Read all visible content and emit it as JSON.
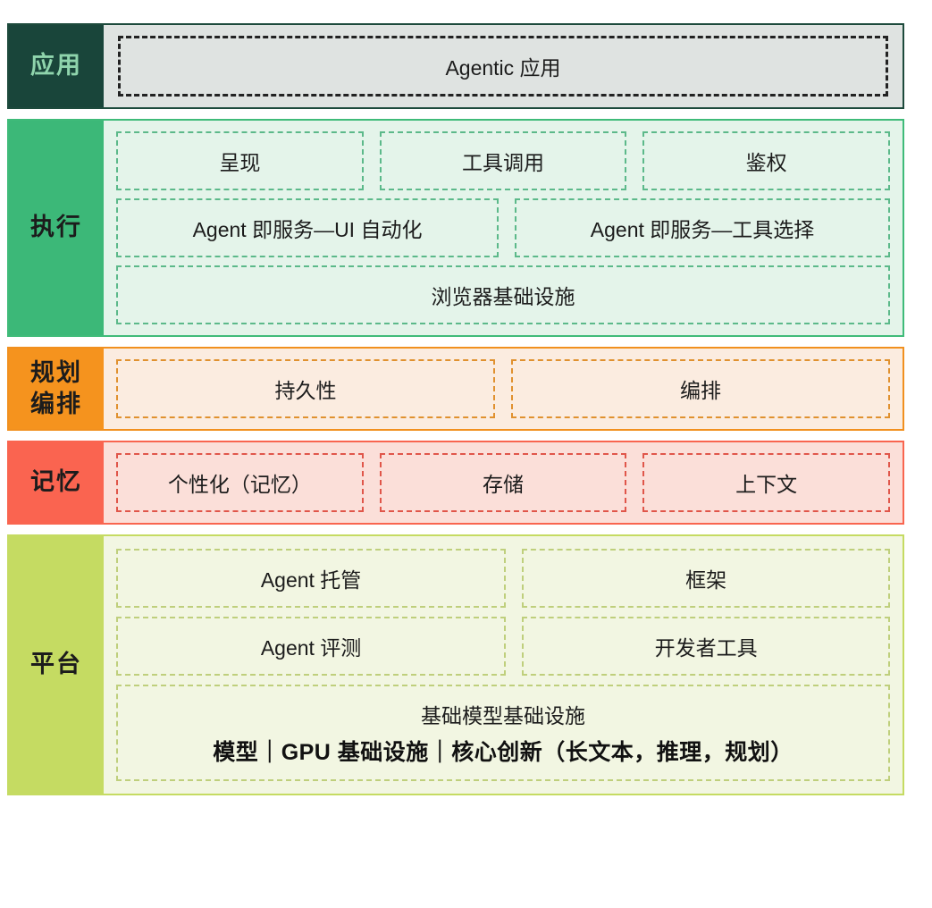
{
  "diagram": {
    "title_visible": false,
    "layers": [
      {
        "key": "application",
        "label": "应用",
        "label_bg": "#19453A",
        "label_color": "#8FD4AC",
        "body_bg": "#DFE3E1",
        "border": "#1D4A3C",
        "rows": [
          {
            "cells": [
              {
                "text": "Agentic 应用"
              }
            ]
          }
        ]
      },
      {
        "key": "execution",
        "label": "执行",
        "label_bg": "#3CB878",
        "label_color": "#1C1C1C",
        "body_bg": "#E4F4EA",
        "border": "#3FBB79",
        "rows": [
          {
            "cells": [
              {
                "text": "呈现"
              },
              {
                "text": "工具调用"
              },
              {
                "text": "鉴权"
              }
            ]
          },
          {
            "cells": [
              {
                "text": "Agent 即服务—UI 自动化"
              },
              {
                "text": "Agent 即服务—工具选择"
              }
            ]
          },
          {
            "cells": [
              {
                "text": "浏览器基础设施"
              }
            ]
          }
        ]
      },
      {
        "key": "planning",
        "label": "规划\n编排",
        "label_line_1": "规划",
        "label_line_2": "编排",
        "label_bg": "#F5931E",
        "label_color": "#1C1C1C",
        "body_bg": "#FBECE0",
        "border": "#F1901F",
        "rows": [
          {
            "cells": [
              {
                "text": "持久性"
              },
              {
                "text": "编排"
              }
            ]
          }
        ]
      },
      {
        "key": "memory",
        "label": "记忆",
        "label_bg": "#FA6450",
        "label_color": "#1C1C1C",
        "body_bg": "#FBDFD9",
        "border": "#F9654F",
        "rows": [
          {
            "cells": [
              {
                "text": "个性化（记忆）"
              },
              {
                "text": "存储"
              },
              {
                "text": "上下文"
              }
            ]
          }
        ]
      },
      {
        "key": "platform",
        "label": "平台",
        "label_bg": "#C5DB62",
        "label_color": "#1C1C1C",
        "body_bg": "#F2F6E2",
        "border": "#C5DB62",
        "rows": [
          {
            "cells": [
              {
                "text": "Agent 托管"
              },
              {
                "text": "框架"
              }
            ]
          },
          {
            "cells": [
              {
                "text": "Agent 评测"
              },
              {
                "text": "开发者工具"
              }
            ]
          },
          {
            "cells": [
              {
                "text_line_1": "基础模型基础设施",
                "text_line_2": "模型｜GPU 基础设施｜核心创新（长文本，推理，规划）"
              }
            ]
          }
        ]
      }
    ]
  }
}
